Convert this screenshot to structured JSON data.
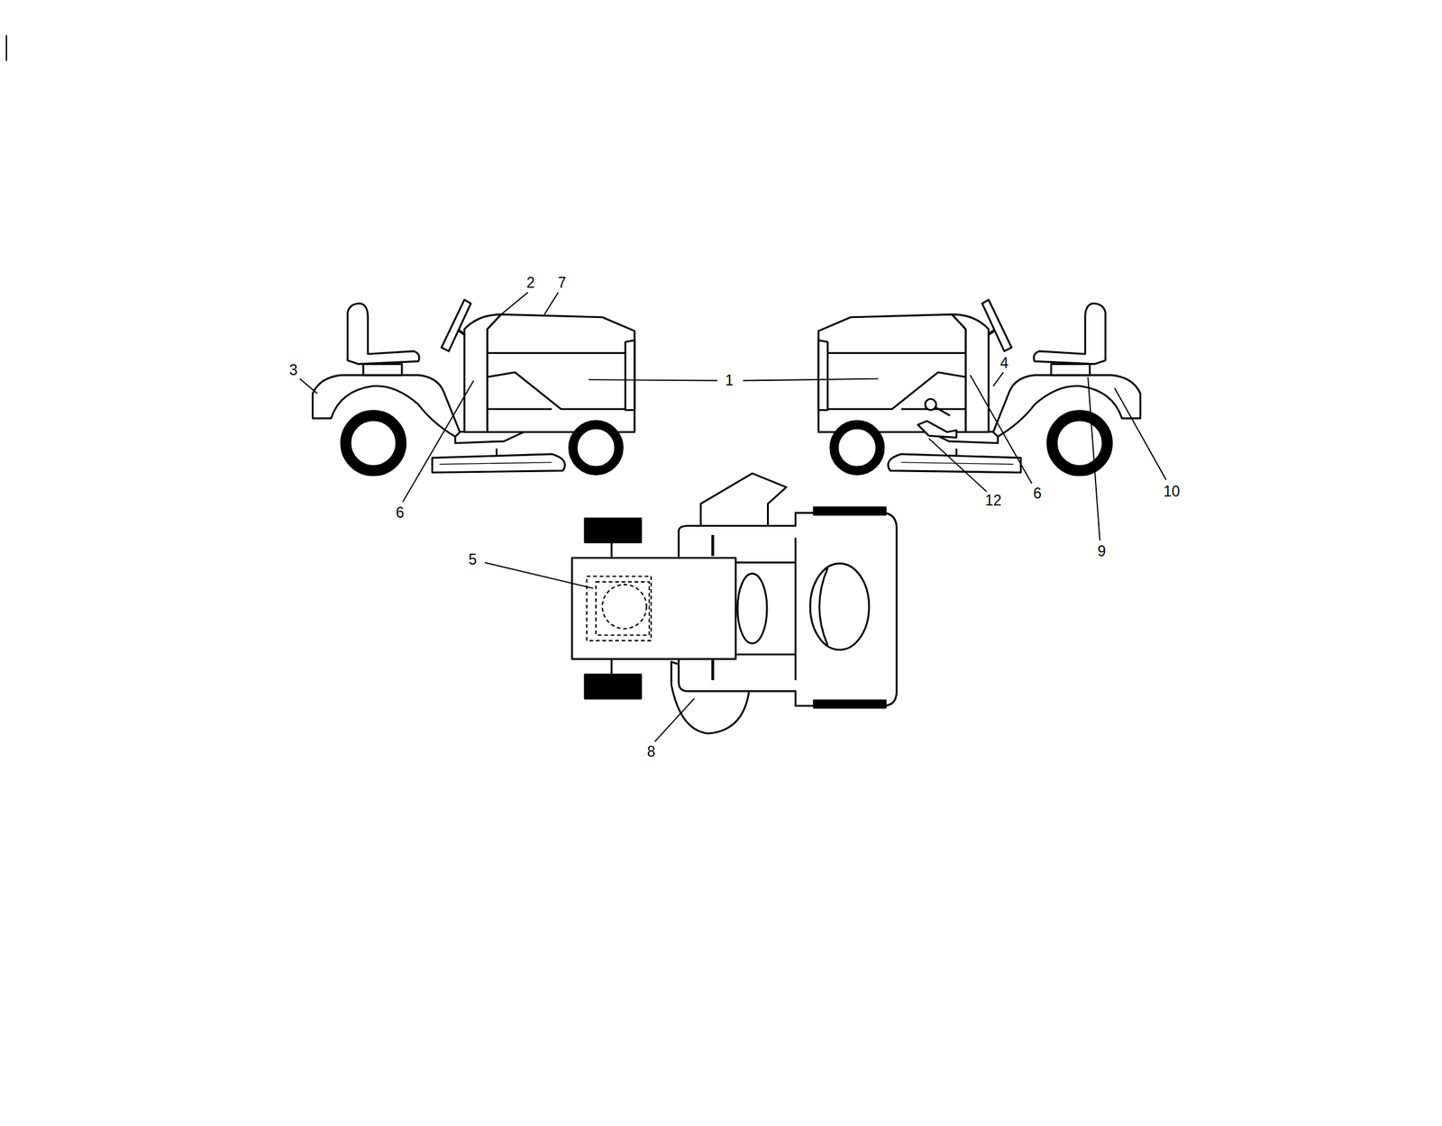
{
  "diagram": {
    "labels": [
      "2",
      "7",
      "3",
      "1",
      "4",
      "6",
      "12",
      "6",
      "10",
      "5",
      "9",
      "8"
    ]
  }
}
